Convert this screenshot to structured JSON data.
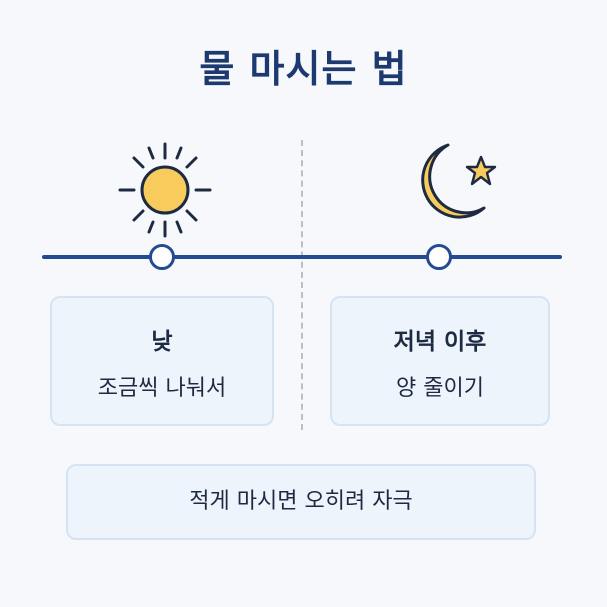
{
  "title": "물 마시는 법",
  "icons": {
    "sun": "sun-icon",
    "moon": "crescent-moon-icon",
    "star": "star-icon"
  },
  "colors": {
    "title": "#1d3a70",
    "timeline": "#244b92",
    "sun_fill": "#f7cc5c",
    "moon_fill": "#f7cc5c",
    "icon_stroke": "#1d2a42",
    "card_bg": "#eef4fc",
    "card_border": "#d6e3f4"
  },
  "cards": {
    "day": {
      "title": "낮",
      "subtitle": "조금씩 나눠서"
    },
    "evening": {
      "title": "저녁 이후",
      "subtitle": "양 줄이기"
    }
  },
  "note": "적게 마시면 오히려 자극"
}
